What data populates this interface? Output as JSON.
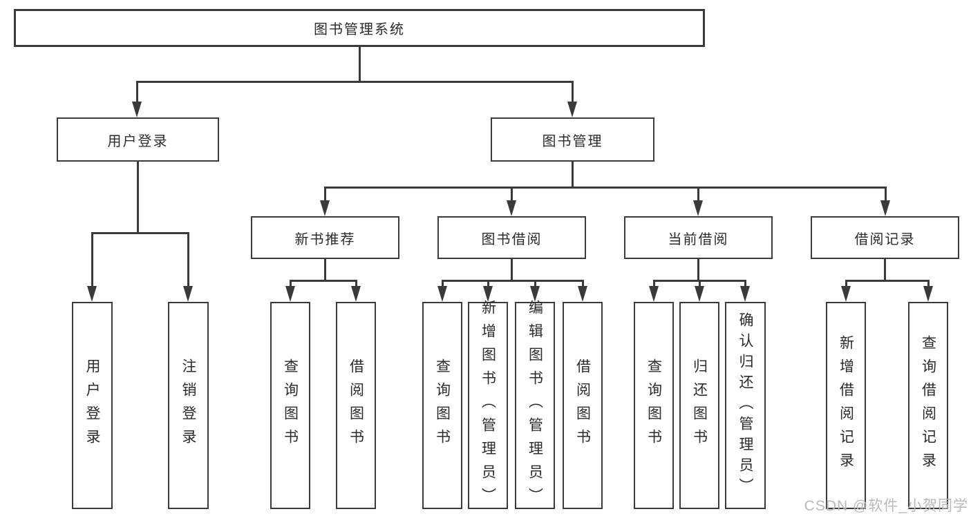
{
  "diagram": {
    "root": {
      "label": "图书管理系统"
    },
    "branches": [
      {
        "id": "user-login",
        "label": "用户登录",
        "children": [
          {
            "id": "do-user-login",
            "label": "用户登录"
          },
          {
            "id": "logout",
            "label": "注销登录"
          }
        ]
      },
      {
        "id": "book-management",
        "label": "图书管理",
        "children": [
          {
            "id": "new-book-recommend",
            "label": "新书推荐",
            "children": [
              {
                "id": "query-books",
                "label": "查询图书"
              },
              {
                "id": "borrow-books",
                "label": "借阅图书"
              }
            ]
          },
          {
            "id": "book-borrowing",
            "label": "图书借阅",
            "children": [
              {
                "id": "query-books",
                "label": "查询图书"
              },
              {
                "id": "add-books-admin",
                "label": "新增图书（管理员）"
              },
              {
                "id": "edit-books-admin",
                "label": "编辑图书（管理员）"
              },
              {
                "id": "borrow-books",
                "label": "借阅图书"
              }
            ]
          },
          {
            "id": "current-borrowing",
            "label": "当前借阅",
            "children": [
              {
                "id": "query-books",
                "label": "查询图书"
              },
              {
                "id": "return-books",
                "label": "归还图书"
              },
              {
                "id": "confirm-return-admin",
                "label": "确认归还（管理员）"
              }
            ]
          },
          {
            "id": "borrowing-records",
            "label": "借阅记录",
            "children": [
              {
                "id": "add-borrow-record",
                "label": "新增借阅记录"
              },
              {
                "id": "query-borrow-record",
                "label": "查询借阅记录"
              }
            ]
          }
        ]
      }
    ]
  },
  "watermark": {
    "text": "CSDN @软件_小贺同学"
  },
  "colors": {
    "line": "#3a3a3a",
    "text": "#2b2b2b",
    "watermark": "#b9b9b9",
    "bg": "#ffffff"
  }
}
